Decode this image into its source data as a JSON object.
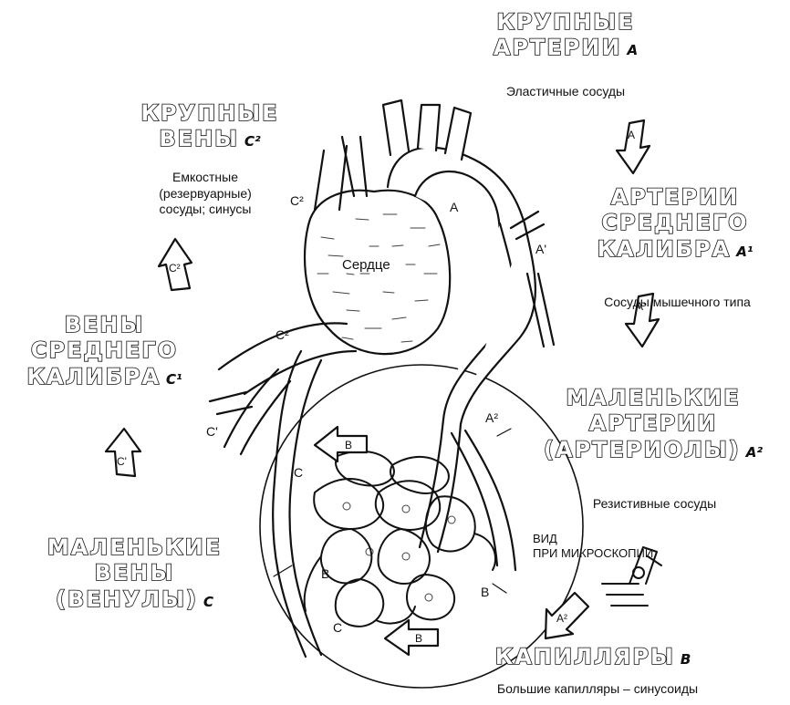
{
  "large_arteries": {
    "lines": [
      "КРУПНЫЕ",
      "АРТЕРИИ"
    ],
    "tag": "A",
    "desc": "Эластичные сосуды"
  },
  "medium_arteries": {
    "lines": [
      "АРТЕРИИ",
      "СРЕДНЕГО",
      "КАЛИБРА"
    ],
    "tag": "A¹",
    "desc": "Сосуды мышечного типа"
  },
  "small_arteries": {
    "lines": [
      "МАЛЕНЬКИЕ",
      "АРТЕРИИ",
      "(АРТЕРИОЛЫ)"
    ],
    "tag": "A²",
    "desc": "Резистивные сосуды"
  },
  "capillaries": {
    "lines": [
      "КАПИЛЛЯРЫ"
    ],
    "tag": "B",
    "desc": "Большие капилляры – синусоиды"
  },
  "small_veins": {
    "lines": [
      "МАЛЕНЬКИЕ",
      "ВЕНЫ",
      "(ВЕНУЛЫ)"
    ],
    "tag": "C"
  },
  "medium_veins": {
    "lines": [
      "ВЕНЫ",
      "СРЕДНЕГО",
      "КАЛИБРА"
    ],
    "tag": "C¹"
  },
  "large_veins": {
    "lines": [
      "КРУПНЫЕ",
      "ВЕНЫ"
    ],
    "tag": "C²",
    "desc_lines": [
      "Емкостные",
      "(резервуарные)",
      "сосуды; синусы"
    ]
  },
  "heart_label": "Сердце",
  "microscopy_lines": [
    "ВИД",
    "ПРИ МИКРОСКОПИИ"
  ],
  "diagram_labels": {
    "A": "A",
    "A1": "A'",
    "A2": "A²",
    "B": "B",
    "C": "C",
    "C1": "C'",
    "C2": "C²"
  },
  "arrow_labels": [
    "A",
    "A'",
    "A²",
    "B",
    "B",
    "C'",
    "C²"
  ]
}
